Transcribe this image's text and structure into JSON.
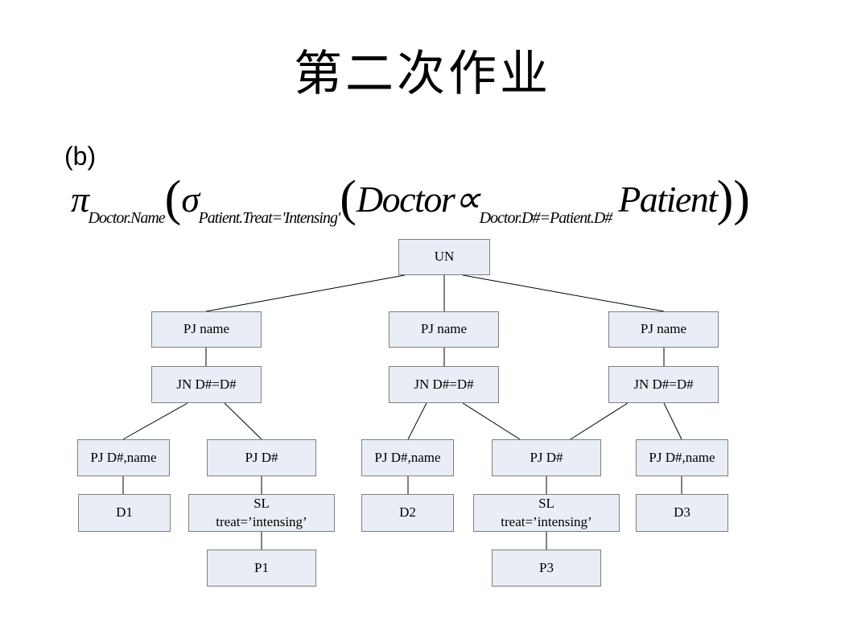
{
  "title": "第二次作业",
  "part_label": "(b)",
  "formula": {
    "pi": "π",
    "pi_sub": "Doctor.Name",
    "sigma": "σ",
    "sigma_sub": "Patient.Treat='Intensing'",
    "left_relation": "Doctor",
    "join_symbol": "∝",
    "join_sub": "Doctor.D#=Patient.D#",
    "right_relation": "Patient"
  },
  "tree": {
    "root": "UN",
    "branches": [
      {
        "project": "PJ name",
        "join": "JN D#=D#"
      },
      {
        "project": "PJ name",
        "join": "JN D#=D#"
      },
      {
        "project": "PJ name",
        "join": "JN D#=D#"
      }
    ],
    "leaves": {
      "d1_project": "PJ D#,name",
      "d1": "D1",
      "p1_project": "PJ D#",
      "p1_select_op": "SL",
      "p1_select_cond": "treat=’intensing’",
      "p1": "P1",
      "d2_project": "PJ D#,name",
      "d2": "D2",
      "p3_project": "PJ D#",
      "p3_select_op": "SL",
      "p3_select_cond": "treat=’intensing’",
      "p3": "P3",
      "d3_project": "PJ D#,name",
      "d3": "D3"
    }
  }
}
